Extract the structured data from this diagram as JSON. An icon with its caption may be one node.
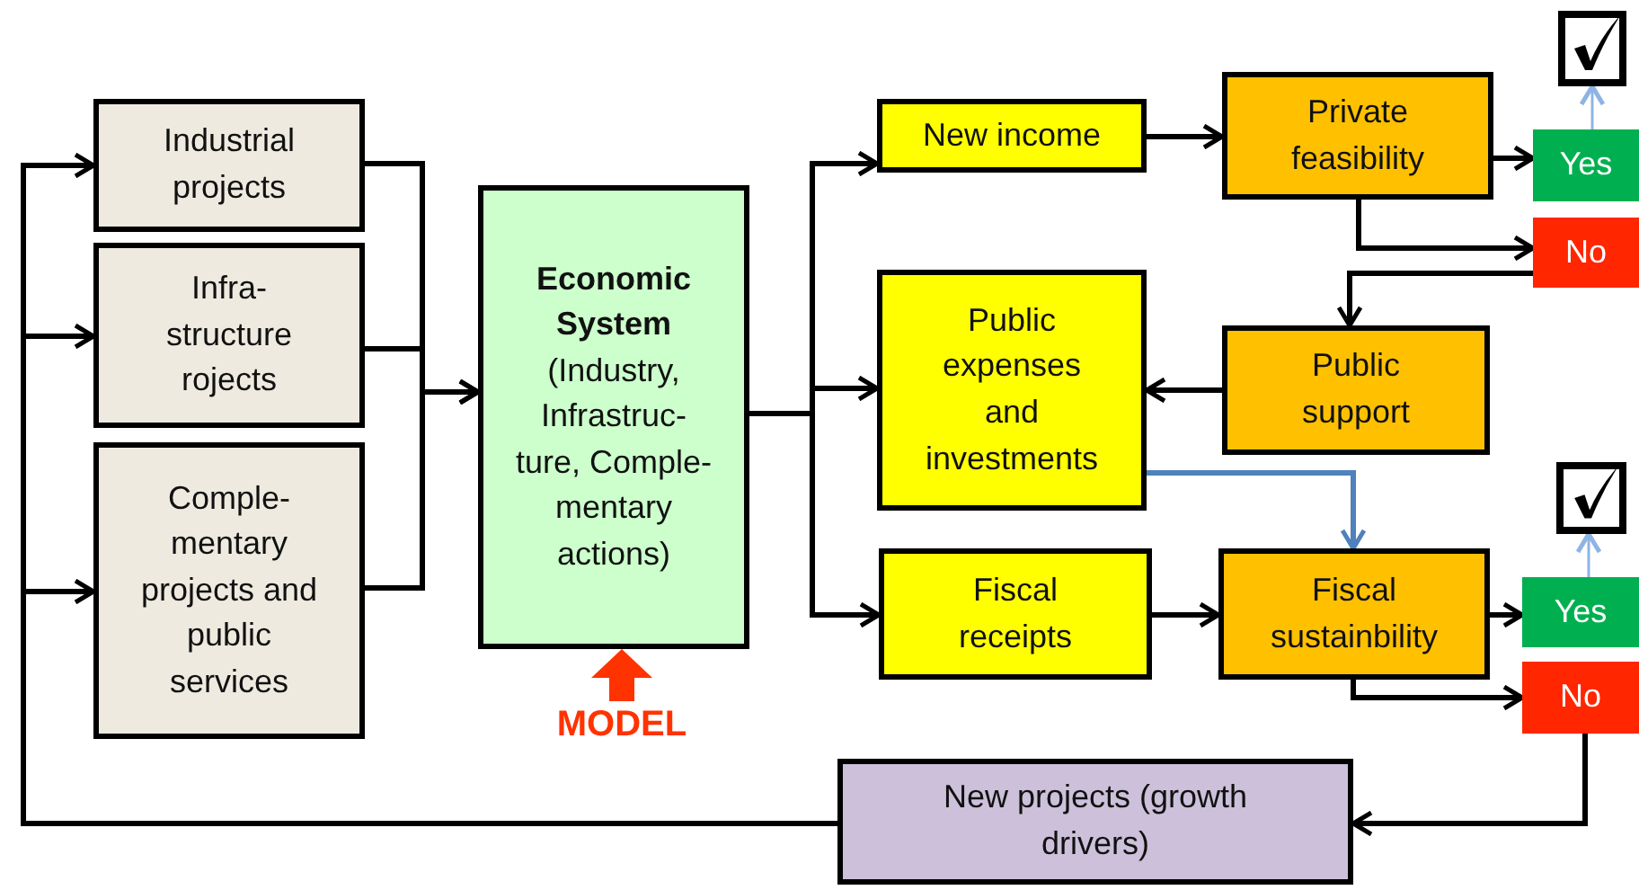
{
  "diagram": {
    "nodes": [
      {
        "text": [
          "Industrial projects"
        ]
      },
      {
        "text": [
          "Infra- structure rojects"
        ]
      },
      {
        "text": [
          "Comple- mentary projects and public services"
        ]
      },
      {
        "text": [
          "Economic System",
          "(Industry, Infrastruc- ture, Comple- mentary actions)"
        ]
      },
      {
        "text": [
          "New income"
        ]
      },
      {
        "text": [
          "Private feasibility"
        ]
      },
      {
        "text": [
          "Yes"
        ]
      },
      {
        "text": [
          "No"
        ]
      },
      {
        "text": [
          "Public expenses and investments"
        ]
      },
      {
        "text": [
          "Public support"
        ]
      },
      {
        "text": [
          "Fiscal receipts"
        ]
      },
      {
        "text": [
          "Fiscal sustainbility"
        ]
      },
      {
        "text": [
          "Yes"
        ]
      },
      {
        "text": [
          "No"
        ]
      },
      {
        "text": [
          "New projects (growth drivers)"
        ]
      },
      {
        "text": [],
        "shape": "checkbox"
      },
      {
        "text": [],
        "shape": "checkbox"
      },
      {
        "text": [
          "MODEL"
        ]
      }
    ],
    "edges": [
      {
        "from": 0,
        "to": 3,
        "arrow": "to"
      },
      {
        "from": 1,
        "to": 3,
        "arrow": "to"
      },
      {
        "from": 2,
        "to": 3,
        "arrow": "to"
      },
      {
        "from": 3,
        "to": 4,
        "arrow": "to"
      },
      {
        "from": 3,
        "to": 8,
        "arrow": "to"
      },
      {
        "from": 3,
        "to": 10,
        "arrow": "to"
      },
      {
        "from": 4,
        "to": 5,
        "arrow": "to"
      },
      {
        "from": 5,
        "to": 6,
        "arrow": "to"
      },
      {
        "from": 5,
        "to": 7,
        "arrow": "to"
      },
      {
        "from": 7,
        "to": 9,
        "arrow": "to"
      },
      {
        "from": 9,
        "to": 8,
        "arrow": "to"
      },
      {
        "from": 8,
        "to": 11,
        "arrow": "to",
        "color": "#4f81bd"
      },
      {
        "from": 10,
        "to": 11,
        "arrow": "to"
      },
      {
        "from": 11,
        "to": 12,
        "arrow": "to"
      },
      {
        "from": 11,
        "to": 13,
        "arrow": "to"
      },
      {
        "from": 13,
        "to": 14,
        "arrow": "to"
      },
      {
        "from": 14,
        "to": 0,
        "arrow": "to"
      },
      {
        "from": 14,
        "to": 1,
        "arrow": "to"
      },
      {
        "from": 14,
        "to": 2,
        "arrow": "to"
      },
      {
        "from": 6,
        "to": 15,
        "arrow": "to",
        "color": "#8eb4e3"
      },
      {
        "from": 12,
        "to": 16,
        "arrow": "to",
        "color": "#8eb4e3"
      },
      {
        "from": 17,
        "to": 3,
        "arrow": "to",
        "style": "thick",
        "color": "#ff3300"
      }
    ]
  }
}
